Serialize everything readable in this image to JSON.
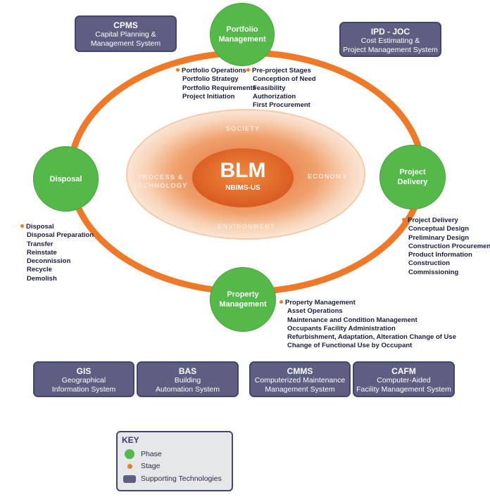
{
  "center": {
    "title": "BLM",
    "subtitle": "NBIMS-US"
  },
  "ring_labels": {
    "top": "SOCIETY",
    "right": "ECONOMY",
    "bottom": "ENVIRONMENT",
    "left": "PROCESS &\nTECHNOLOGY"
  },
  "phases": {
    "portfolio": "Portfolio\nManagement",
    "delivery": "Project\nDelivery",
    "property": "Property\nManagement",
    "disposal": "Disposal"
  },
  "top_techs": {
    "cpms": {
      "title": "CPMS",
      "subtitle": "Capital Planning &\nManagement System"
    },
    "ipd": {
      "title": "IPD - JOC",
      "subtitle": "Cost Estimating &\nProject Management System"
    }
  },
  "portfolio_stages": [
    "Portfolio Operations",
    "Portfolio Strategy",
    "Portfolio Requirements",
    "Project Initiation"
  ],
  "preproject_stages": [
    "Pre-project Stages",
    "Conception of Need",
    "Feasibility",
    "Authorization",
    "First Procurement"
  ],
  "disposal_stages": [
    "Disposal",
    "Disposal Preparation",
    "Transfer",
    "Reinstate",
    "Deconnission",
    "Recycle",
    "Demolish"
  ],
  "delivery_stages": [
    "Project  Delivery",
    "Conceptual Design",
    "Preliminary Design",
    "Construction Procurement",
    "Product Information",
    "Construction",
    "Commissioning"
  ],
  "property_stages": [
    "Property Management",
    "Asset Operations",
    "Maintenance and Condition  Management",
    "Occupants Facility Administration",
    "Refurbishment, Adaptation, Alteration Change of Use",
    "Change of Functional Use by Occupant"
  ],
  "bottom_techs": {
    "gis": {
      "title": "GIS",
      "subtitle": "Geographical\nInformation System"
    },
    "bas": {
      "title": "BAS",
      "subtitle": "Building\nAutomation System"
    },
    "cmms": {
      "title": "CMMS",
      "subtitle": "Computerized Maintenance\nManagement System"
    },
    "cafm": {
      "title": "CAFM",
      "subtitle": "Computer-Aided\nFacility Management System"
    }
  },
  "key": {
    "title": "KEY",
    "phase": "Phase",
    "stage": "Stage",
    "tech": "Supporting Technologies"
  },
  "colors": {
    "phase": "#54b948",
    "stage": "#f07b22",
    "tech": "#5d5e82",
    "ring": "#ee7a29"
  }
}
